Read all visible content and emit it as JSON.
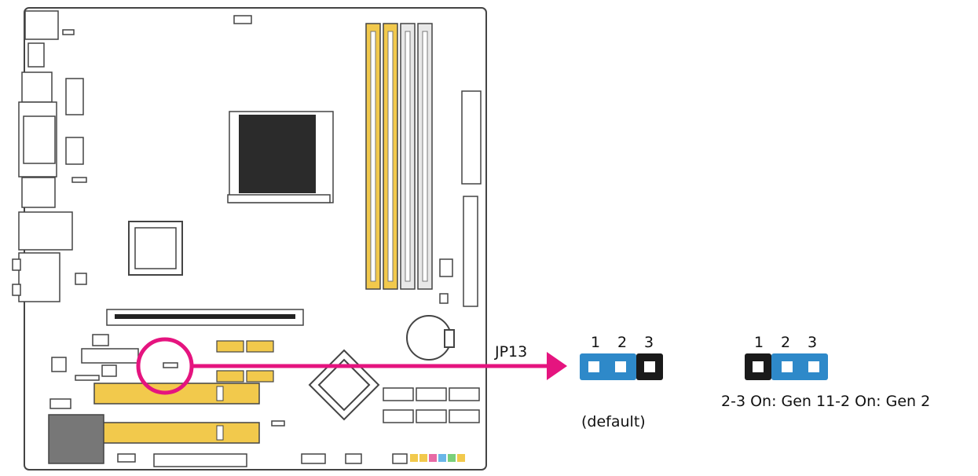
{
  "board": {
    "jumper_label": "JP13"
  },
  "jumper_default": {
    "pins": [
      "1",
      "2",
      "3"
    ],
    "caption": "(default)",
    "closed_pins": "1-2"
  },
  "jumper_alt": {
    "pins": [
      "1",
      "2",
      "3"
    ],
    "caption": "2-3 On: Gen 11-2 On: Gen 2",
    "closed_pins": "2-3"
  },
  "colors": {
    "callout": "#e5147f",
    "jumper_cap": "#2e89c9",
    "pin_dark": "#1a1a1a",
    "slot_yellow": "#f2c94c",
    "board_line": "#333333"
  }
}
